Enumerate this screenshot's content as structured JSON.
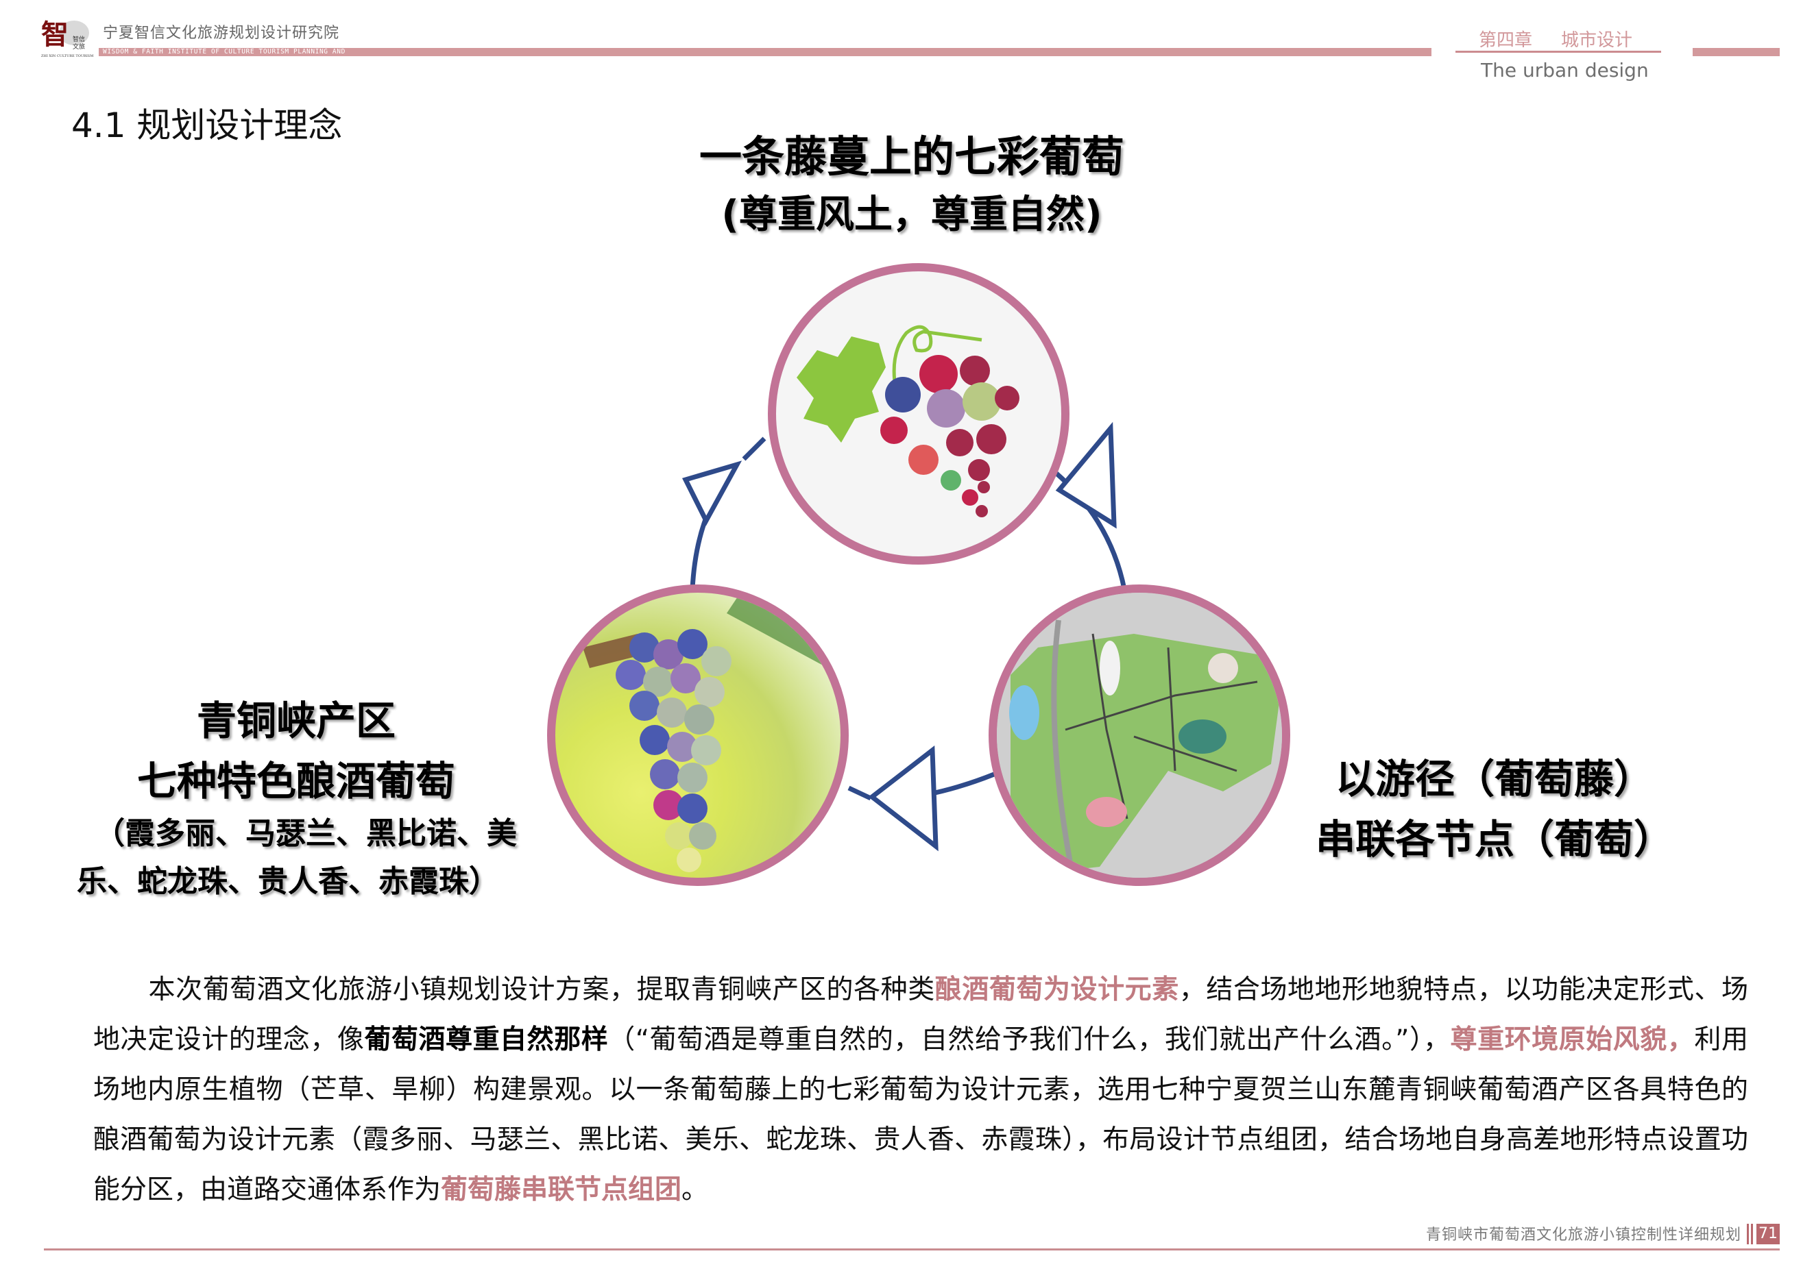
{
  "header": {
    "org_name_cn": "宁夏智信文化旅游规划设计研究院",
    "org_name_en": "WISDOM & FAITH INSTITUTE OF CULTURE TOURISM PLANNING AND",
    "logo_icon": "zhi-seal-logo-icon",
    "chapter_number": "第四章",
    "chapter_title": "城市设计",
    "chapter_en": "The urban design",
    "accent_color": "#d3999c"
  },
  "section": {
    "title": "4.1 规划设计理念"
  },
  "diagram": {
    "top": {
      "title": "一条藤蔓上的七彩葡萄",
      "subtitle": "(尊重风土，尊重自然)",
      "image": "colorful-grape-icon"
    },
    "left": {
      "line1": "青铜峡产区",
      "line2": "七种特色酿酒葡萄",
      "line3": "（霞多丽、马瑟兰、黑比诺、美",
      "line4": "乐、蛇龙珠、贵人香、赤霞珠）",
      "image": "grape-bunch-photo"
    },
    "right": {
      "line1": "以游径（葡萄藤）",
      "line2": "串联各节点（葡萄）",
      "image": "site-masterplan-map"
    },
    "ring_color": "#c27396",
    "arrow_color": "#2e4a8a"
  },
  "paragraph": {
    "p1": "本次葡萄酒文化旅游小镇规划设计方案，提取青铜峡产区的各种类",
    "h1": "酿酒葡萄为设计元素",
    "p2": "，结合场地地形地貌特点，以功能决定形式、场地决定设计的理念，像",
    "b1": "葡萄酒尊重自然那样",
    "p3": "（“葡萄酒是尊重自然的，自然给予我们什么，我们就出产什么酒。”），",
    "h2": "尊重环境原始风貌，",
    "p4": "利用场地内原生植物（芒草、旱柳）构建景观。以一条葡萄藤上的七彩葡萄为设计元素，选用七种宁夏贺兰山东麓青铜峡葡萄酒产区各具特色的酿酒葡萄为设计元素（霞多丽、马瑟兰、黑比诺、美乐、蛇龙珠、贵人香、赤霞珠），布局设计节点组团，结合场地自身高差地形特点设置功能分区，由道路交通体系作为",
    "h3": "葡萄藤串联节点组团",
    "p5": "。",
    "highlight_color": "#c07a80"
  },
  "footer": {
    "doc_title": "青铜峡市葡萄酒文化旅游小镇控制性详细规划",
    "page_number": "71"
  }
}
